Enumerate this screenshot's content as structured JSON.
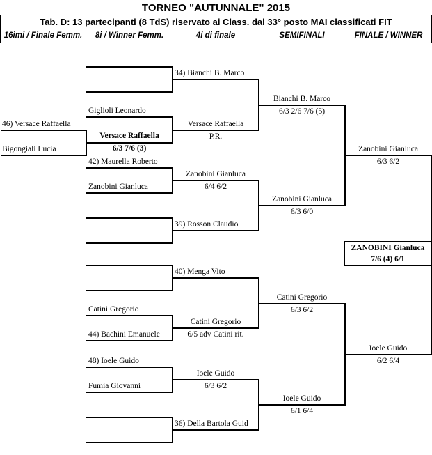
{
  "title": "TORNEO  \"AUTUNNALE\"  2015",
  "subtitle": "Tab. D: 13 partecipanti (8 TdS) riservato ai Class. dal 33° posto MAI classificati FIT",
  "headers": {
    "col1": "16imi / Finale Femm.",
    "col2": "8i / Winner Femm.",
    "col3": "4i  di finale",
    "col4": "SEMIFINALI",
    "col5": "FINALE / WINNER"
  },
  "round_of_16": {
    "p1": "46) Versace Raffaella",
    "p2": "Bigongiali Lucia"
  },
  "round_of_8": {
    "p3": "Giglioli Leonardo",
    "winner_versace": "Versace Raffaella",
    "score_versace": "6/3  7/6 (3)",
    "p4": "42) Maurella Roberto",
    "p5": "Zanobini Gianluca",
    "p6": "Catini Gregorio",
    "p7": "44) Bachini Emanuele",
    "p8": "48) Ioele Guido",
    "p9": "Fumia Giovanni"
  },
  "quarterfinals": {
    "q1": "34) Bianchi B. Marco",
    "q2": "Versace Raffaella",
    "q2_note": "P.R.",
    "q3": "Zanobini Gianluca",
    "q3_score": "6/4  6/2",
    "q4": "39) Rosson Claudio",
    "q5": "40) Menga Vito",
    "q6": "Catini Gregorio",
    "q6_score": "6/5 adv Catini rit.",
    "q7": "Ioele Guido",
    "q7_score": "6/3  6/2",
    "q8": "36) Della Bartola Guid"
  },
  "semifinals": {
    "s1": "Bianchi B. Marco",
    "s1_score": "6/3  2/6  7/6 (5)",
    "s2": "Zanobini Gianluca",
    "s2_score": "6/3  6/0",
    "s3": "Catini Gregorio",
    "s3_score": "6/3  6/2",
    "s4": "Ioele Guido",
    "s4_score": "6/1  6/4"
  },
  "final": {
    "f1": "Zanobini Gianluca",
    "f1_score": "6/3  6/2",
    "f2": "Ioele Guido",
    "f2_score": "6/2  6/4"
  },
  "winner": {
    "name": "ZANOBINI Gianluca",
    "score": "7/6 (4)  6/1"
  }
}
